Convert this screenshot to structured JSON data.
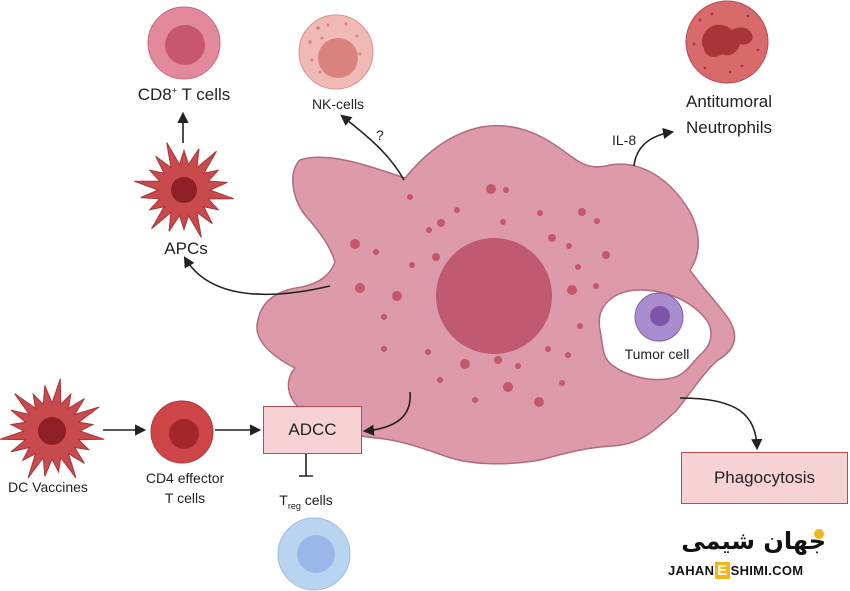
{
  "labels": {
    "cd8_main": "CD8",
    "cd8_sup": "+",
    "cd8_tail": " T cells",
    "nk_cells": "NK-cells",
    "question": "?",
    "antitumoral": "Antitumoral",
    "neutrophils": "Neutrophils",
    "il8": "IL-8",
    "apcs": "APCs",
    "tumor_cell": "Tumor cell",
    "dc_vaccines": "DC Vaccines",
    "cd4_line1": "CD4 effector",
    "cd4_line2": "T cells",
    "adcc": "ADCC",
    "treg_t": "T",
    "treg_sub": "reg",
    "treg_tail": " cells",
    "phagocytosis": "Phagocytosis"
  },
  "watermark": {
    "persian": "جهان شیمی",
    "part1": "JAHAN",
    "e": "E",
    "part2": "SHIMI.COM"
  },
  "colors": {
    "macrophage": "#dc9aaa",
    "macrophage_stroke": "#b06b7c",
    "nucleus": "#c05a72",
    "granule": "#c4566e",
    "cd8": "#e2899c",
    "cd8_inner": "#c8566e",
    "nk": "#efb9b5",
    "nk_inner": "#d9827e",
    "neutrophil": "#d86a6c",
    "neutrophil_inner": "#a9353b",
    "apc": "#c84a4c",
    "apc_inner": "#8e1f27",
    "tumor": "#a88ccd",
    "tumor_inner": "#7d55a8",
    "cd4": "#cd4547",
    "cd4_inner": "#a3262c",
    "treg": "#b9d4f0",
    "treg_inner": "#9ab7e8",
    "box_fill": "#f6d2d4",
    "box_stroke": "#b94a52",
    "accent": "#f2b51b"
  }
}
